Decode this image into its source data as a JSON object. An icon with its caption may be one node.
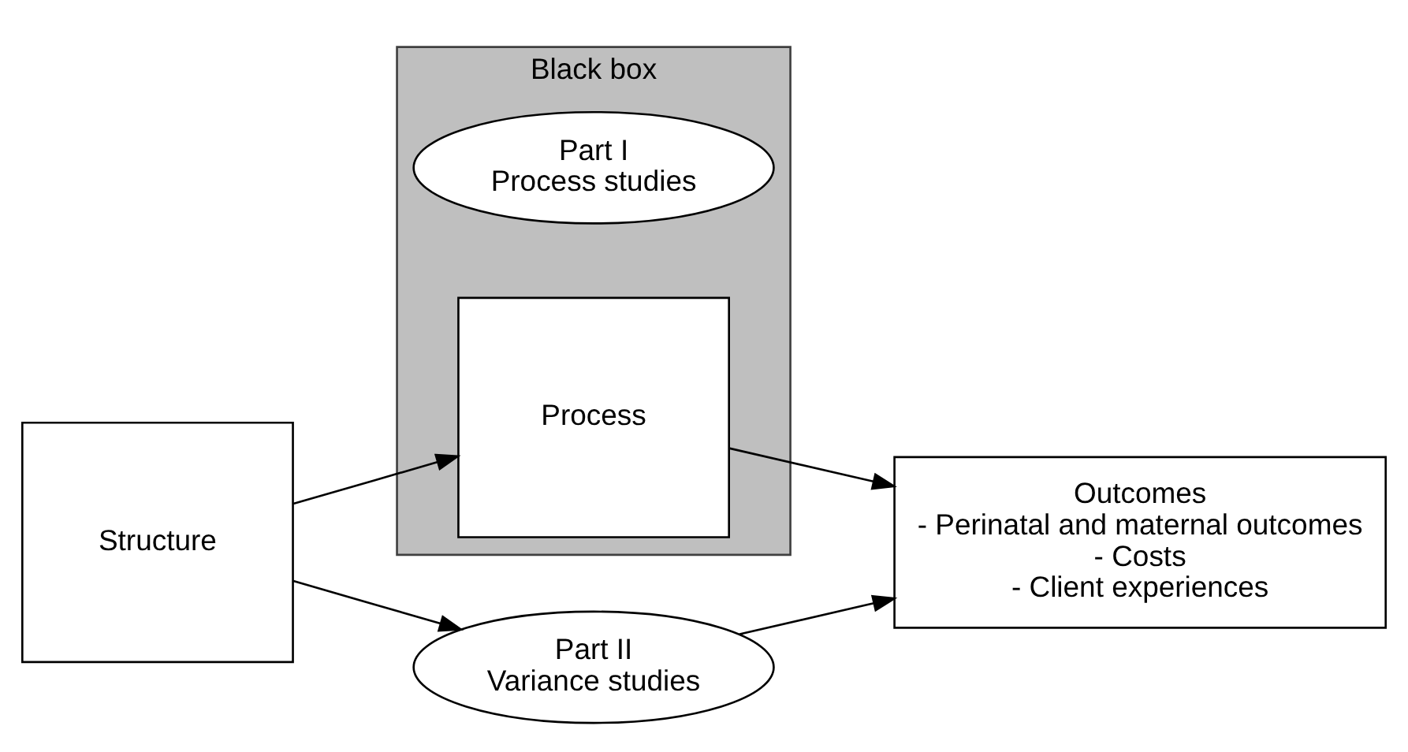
{
  "diagram": {
    "nodes": [
      {
        "text": [
          "Structure"
        ]
      },
      {
        "text": [
          "Black box"
        ]
      },
      {
        "text": [
          "Part I",
          "Process studies"
        ],
        "in": 1
      },
      {
        "text": [
          "Process"
        ],
        "in": 1
      },
      {
        "text": [
          "Outcomes",
          "- Perinatal and maternal outcomes",
          "- Costs",
          "- Client experiences"
        ]
      },
      {
        "text": [
          "Part II",
          "Variance studies"
        ]
      }
    ],
    "edges": [
      {
        "from": 0,
        "to": 3,
        "arrow": "to"
      },
      {
        "from": 3,
        "to": 4,
        "arrow": "to"
      },
      {
        "from": 0,
        "to": 5,
        "arrow": "to"
      },
      {
        "from": 5,
        "to": 4,
        "arrow": "to"
      }
    ]
  }
}
